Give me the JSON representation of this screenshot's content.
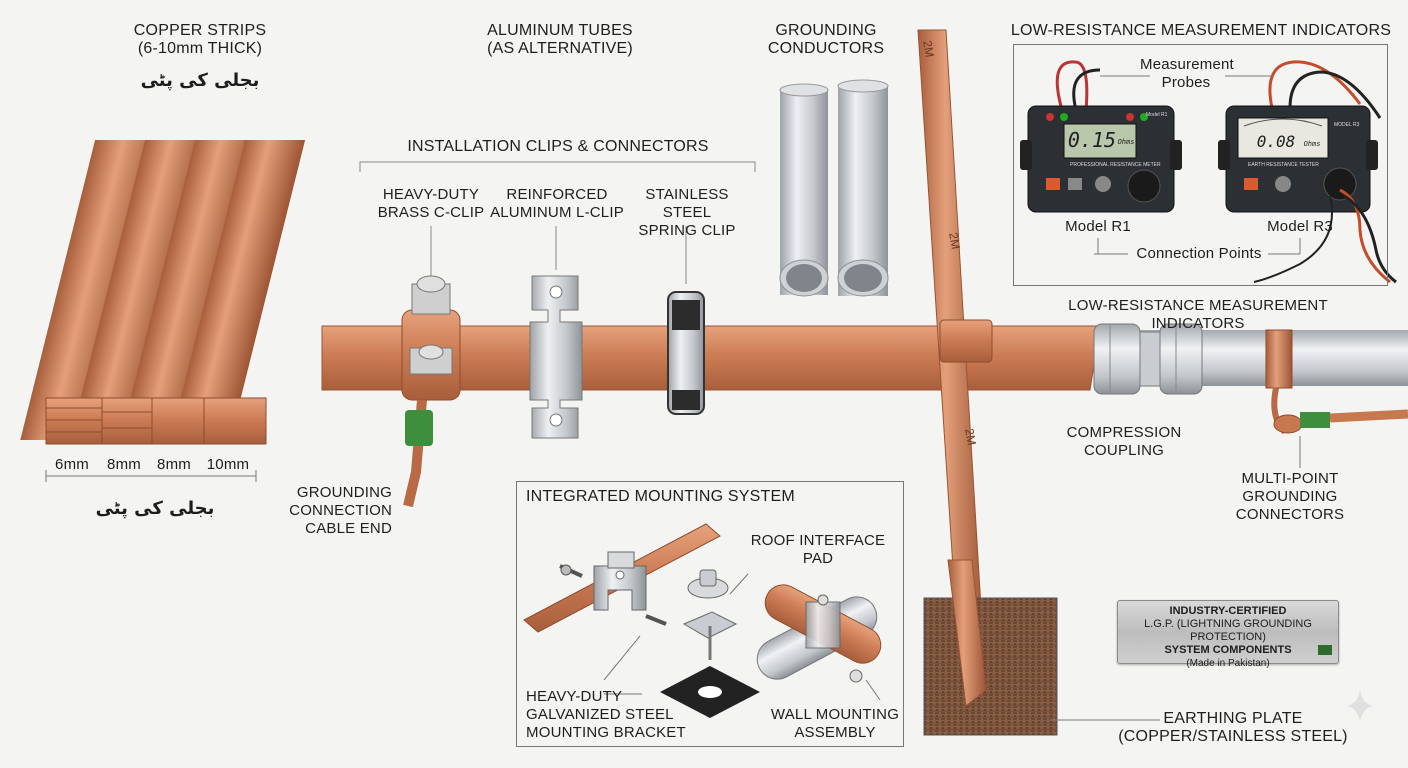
{
  "labels": {
    "copper_strips": [
      "COPPER STRIPS",
      "(6-10mm THICK)"
    ],
    "urdu_top": "بجلی کی پٹی",
    "urdu_bottom": "بجلی کی پٹی",
    "strip_sizes": [
      "6mm",
      "8mm",
      "8mm",
      "10mm"
    ],
    "aluminum_tubes": [
      "ALUMINUM TUBES",
      "(AS ALTERNATIVE)"
    ],
    "grounding_conductors": [
      "GROUNDING",
      "CONDUCTORS"
    ],
    "measurement_title": "LOW-RESISTANCE MEASUREMENT INDICATORS",
    "measurement_title_2": "LOW-RESISTANCE MEASUREMENT INDICATORS",
    "probes": [
      "Measurement",
      "Probes"
    ],
    "model_r1": "Model R1",
    "model_r3": "Model R3",
    "connection_points": "Connection Points",
    "meter_r1_reading": "0.15",
    "meter_r3_reading": "0.08",
    "meter_unit": "Ohms",
    "meter_r1_tag": "Model R1",
    "meter_r3_tag": "MODEL R3",
    "meter_r1_caption": "PROFESSIONAL RESISTANCE METER",
    "meter_r3_caption": "EARTH RESISTANCE TESTER",
    "clips_title": "INSTALLATION CLIPS & CONNECTORS",
    "brass_clip": [
      "HEAVY-DUTY",
      "BRASS C-CLIP"
    ],
    "alu_clip": [
      "REINFORCED",
      "ALUMINUM L-CLIP"
    ],
    "spring_clip": [
      "STAINLESS STEEL",
      "SPRING CLIP"
    ],
    "cable_end": [
      "GROUNDING",
      "CONNECTION",
      "CABLE END"
    ],
    "compression_coupling": [
      "COMPRESSION",
      "COUPLING"
    ],
    "multipoint": [
      "MULTI-POINT",
      "GROUNDING",
      "CONNECTORS"
    ],
    "mounting_title": "INTEGRATED MOUNTING SYSTEM",
    "roof_pad": "ROOF INTERFACE PAD",
    "bracket": [
      "HEAVY-DUTY",
      "GALVANIZED STEEL",
      "MOUNTING BRACKET"
    ],
    "wall_mount": [
      "WALL MOUNTING",
      "ASSEMBLY"
    ],
    "earthing_plate": [
      "EARTHING PLATE",
      "(COPPER/STAINLESS STEEL)"
    ],
    "rod_marks": [
      "2M",
      "2M",
      "2M"
    ],
    "plate": {
      "line1": "INDUSTRY-CERTIFIED",
      "line2": "L.G.P. (LIGHTNING GROUNDING PROTECTION)",
      "line3": "SYSTEM COMPONENTS",
      "line4": "(Made in Pakistan)"
    }
  },
  "colors": {
    "copper": "#c8784f",
    "copper_dark": "#9a5434",
    "aluminum": "#c4c7ca",
    "background": "#f4f4f2",
    "meter_body": "#2c2f33",
    "soil": "#7a5238"
  }
}
